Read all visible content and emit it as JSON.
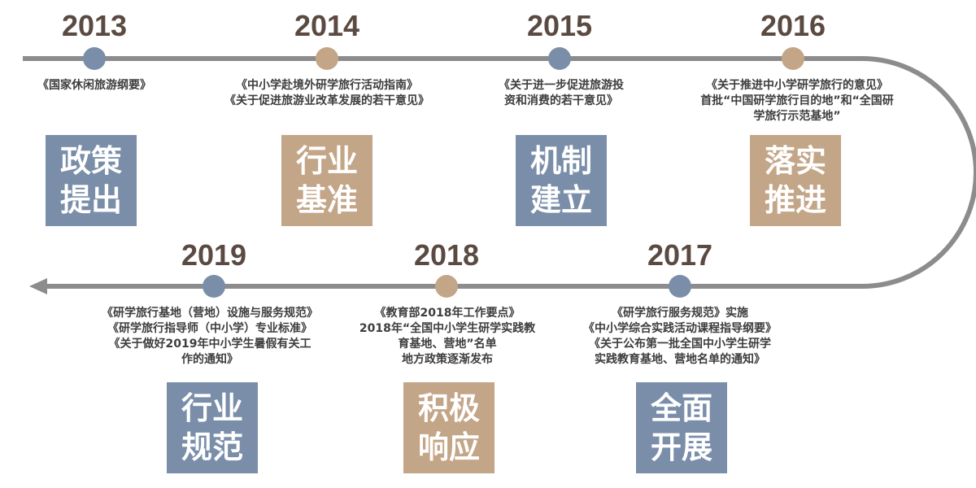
{
  "colors": {
    "line": "#8c8c8c",
    "blue": "#7a8ea9",
    "tan": "#c3a587",
    "year_text": "#5b4a42",
    "desc_text": "#3d3d3d"
  },
  "milestones": [
    {
      "year": "2013",
      "desc": [
        "《国家休闲旅游纲要》"
      ],
      "box": [
        "政策",
        "提出"
      ],
      "color": "blue"
    },
    {
      "year": "2014",
      "desc": [
        "《中小学赴境外研学旅行活动指南》",
        "《关于促进旅游业改革发展的若干意见》"
      ],
      "box": [
        "行业",
        "基准"
      ],
      "color": "tan"
    },
    {
      "year": "2015",
      "desc": [
        "《关于进一步促进旅游投",
        "资和消费的若干意见》"
      ],
      "box": [
        "机制",
        "建立"
      ],
      "color": "blue"
    },
    {
      "year": "2016",
      "desc": [
        "《关于推进中小学研学旅行的意见》",
        "首批“中国研学旅行目的地”和“全国研",
        "学旅行示范基地”"
      ],
      "box": [
        "落实",
        "推进"
      ],
      "color": "tan"
    },
    {
      "year": "2017",
      "desc": [
        "《研学旅行服务规范》实施",
        "《中小学综合实践活动课程指导纲要》",
        "《关于公布第一批全国中小学生研学",
        "实践教育基地、营地名单的通知》"
      ],
      "box": [
        "全面",
        "开展"
      ],
      "color": "blue"
    },
    {
      "year": "2018",
      "desc": [
        "《教育部2018年工作要点》",
        "2018年“全国中小学生研学实践教",
        "育基地、营地”名单",
        "地方政策逐渐发布"
      ],
      "box": [
        "积极",
        "响应"
      ],
      "color": "tan"
    },
    {
      "year": "2019",
      "desc": [
        "《研学旅行基地（营地）设施与服务规范》",
        "《研学旅行指导师（中小学）专业标准》",
        "《关于做好2019年中小学生暑假有关工",
        "作的通知》"
      ],
      "box": [
        "行业",
        "规范"
      ],
      "color": "blue"
    }
  ]
}
